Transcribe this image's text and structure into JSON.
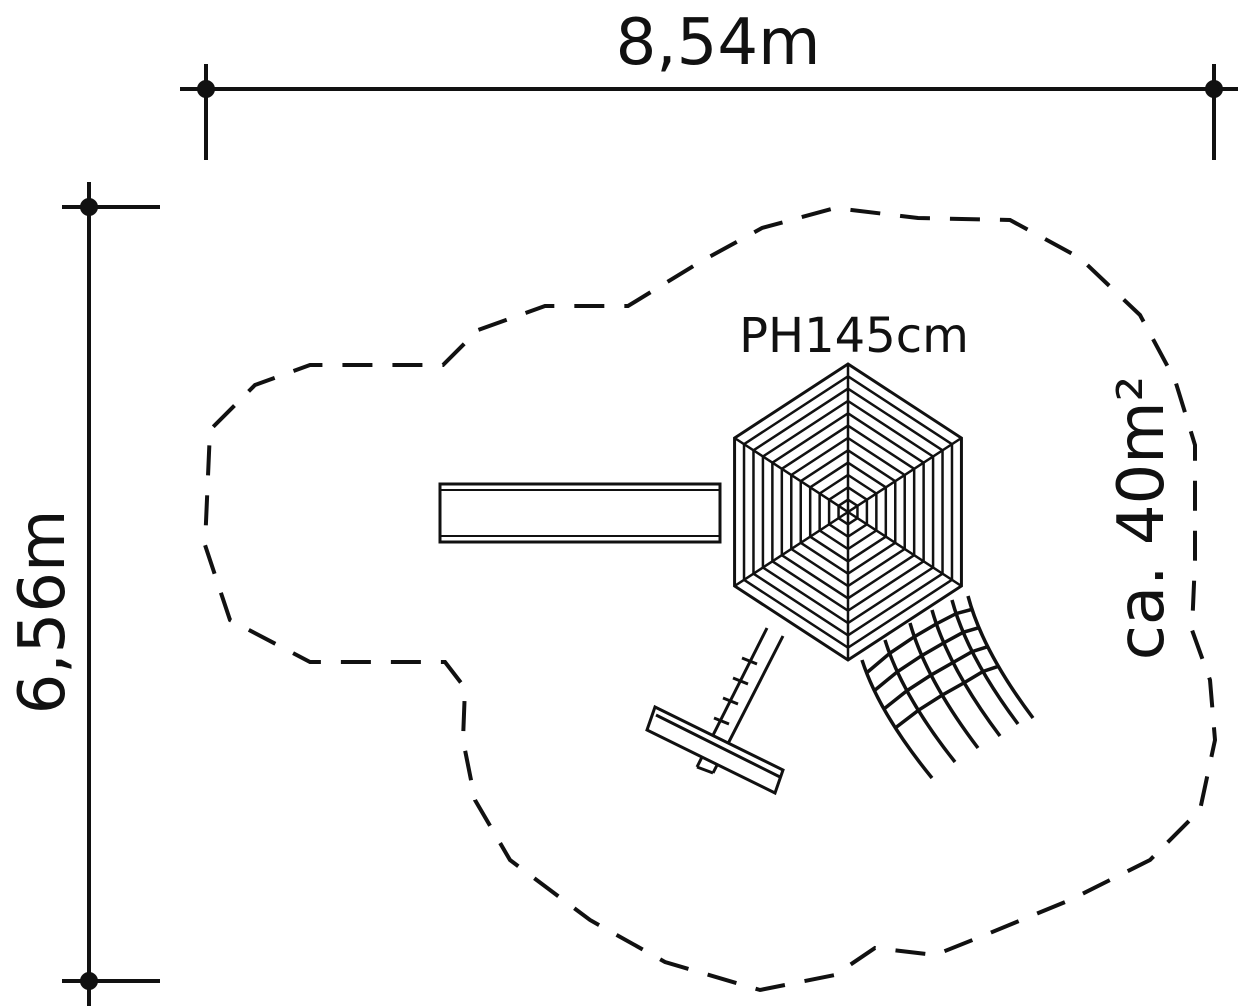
{
  "dimensions": {
    "width_label": "8,54m",
    "height_label": "6,56m"
  },
  "platform": {
    "height_label": "PH145cm"
  },
  "area": {
    "label": "ca. 40m²"
  },
  "colors": {
    "ink": "#111111",
    "background": "#ffffff"
  }
}
